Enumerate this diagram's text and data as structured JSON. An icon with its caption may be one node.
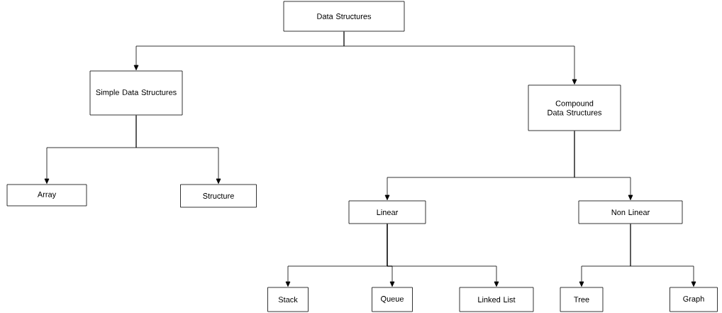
{
  "diagram": {
    "nodes": [
      {
        "text": [
          "Data Structures"
        ]
      },
      {
        "text": [
          "Simple Data Structures"
        ]
      },
      {
        "text": [
          "Compound Data Structures"
        ]
      },
      {
        "text": [
          "Array"
        ]
      },
      {
        "text": [
          "Structure"
        ]
      },
      {
        "text": [
          "Linear"
        ]
      },
      {
        "text": [
          "Non Linear"
        ]
      },
      {
        "text": [
          "Stack"
        ]
      },
      {
        "text": [
          "Queue"
        ]
      },
      {
        "text": [
          "Linked List"
        ]
      },
      {
        "text": [
          "Tree"
        ]
      },
      {
        "text": [
          "Graph"
        ]
      }
    ],
    "edges": [
      {
        "from": 0,
        "to": 1,
        "arrow": "to"
      },
      {
        "from": 0,
        "to": 2,
        "arrow": "to"
      },
      {
        "from": 1,
        "to": 3,
        "arrow": "to"
      },
      {
        "from": 1,
        "to": 4,
        "arrow": "to"
      },
      {
        "from": 2,
        "to": 5,
        "arrow": "to"
      },
      {
        "from": 2,
        "to": 6,
        "arrow": "to"
      },
      {
        "from": 5,
        "to": 7,
        "arrow": "to"
      },
      {
        "from": 5,
        "to": 8,
        "arrow": "to"
      },
      {
        "from": 5,
        "to": 9,
        "arrow": "to"
      },
      {
        "from": 6,
        "to": 10,
        "arrow": "to"
      },
      {
        "from": 6,
        "to": 11,
        "arrow": "to"
      }
    ]
  }
}
